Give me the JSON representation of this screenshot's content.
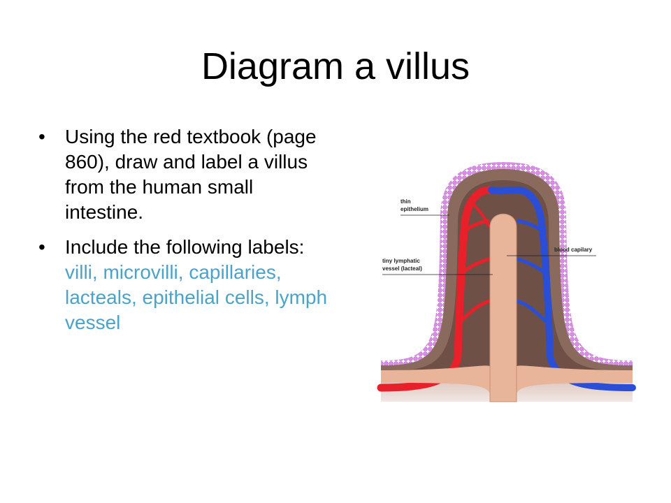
{
  "slide": {
    "title": "Diagram a villus"
  },
  "bullets": [
    {
      "text": "Using the red textbook (page 860), draw and label a villus from the human small intestine."
    },
    {
      "text": "Include the following labels: ",
      "terms": [
        "villi,",
        "microvilli,",
        "capillaries,",
        "lacteals,",
        "epithelial",
        "cells,",
        "lymph",
        "vessel"
      ]
    }
  ],
  "bullet_glyph": "•",
  "diagram": {
    "labels": {
      "thin_epithelium_l1": "thin",
      "thin_epithelium_l2": "epithelium",
      "blood_capilary": "blood capilary",
      "lacteal_l1": "tiny lymphatic",
      "lacteal_l2": "vessel (lacteal)"
    },
    "colors": {
      "microvilli": "#d98be6",
      "tissue": "#8b6a5e",
      "tissue_dark": "#5c4038",
      "lacteal": "#e8b49a",
      "artery": "#e8202a",
      "vein": "#2a4fd6",
      "term_accent": "#4aa3c9"
    }
  }
}
